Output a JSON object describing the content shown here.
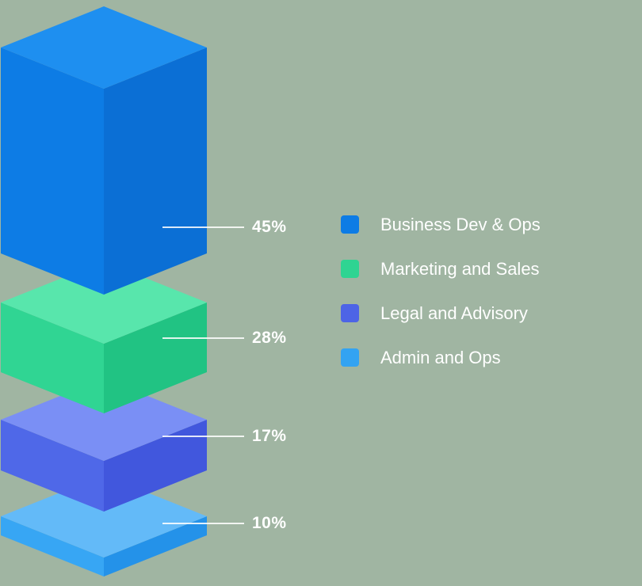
{
  "background_color": "#a0b5a2",
  "connector_color": "#ffffff",
  "text_color": "#ffffff",
  "chart_data": {
    "type": "bar",
    "variant": "isometric-stacked-percentage",
    "title": "",
    "legend_position": "right",
    "segments": [
      {
        "label": "Business Dev & Ops",
        "value": 45,
        "value_label": "45%",
        "colors": {
          "top": "#1e8ff0",
          "left": "#0d7ce5",
          "right": "#0b6fd5",
          "legend": "#0d7ce5"
        }
      },
      {
        "label": "Marketing and Sales",
        "value": 28,
        "value_label": "28%",
        "colors": {
          "top": "#58e6ac",
          "left": "#30d593",
          "right": "#21c383",
          "legend": "#2fd492"
        }
      },
      {
        "label": "Legal and Advisory",
        "value": 17,
        "value_label": "17%",
        "colors": {
          "top": "#7a8ff5",
          "left": "#4f68e8",
          "right": "#4157dd",
          "legend": "#4d64e6"
        }
      },
      {
        "label": "Admin and Ops",
        "value": 10,
        "value_label": "10%",
        "colors": {
          "top": "#63baf8",
          "left": "#37a6f4",
          "right": "#2492e9",
          "legend": "#33a3f2"
        }
      }
    ]
  }
}
